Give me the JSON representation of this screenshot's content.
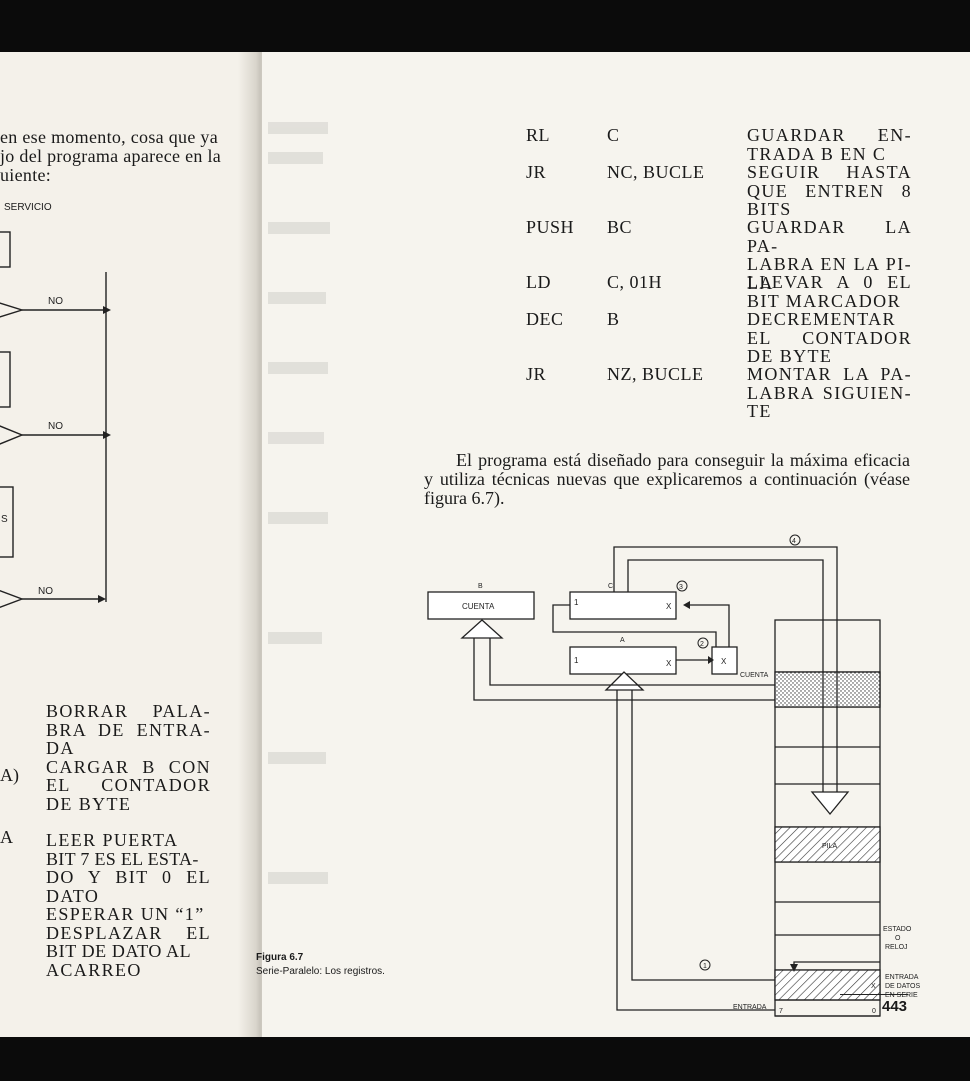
{
  "left_page": {
    "text_top": [
      "en ese momento, cosa que ya",
      "jo del programa aparece en la",
      "uiente:"
    ],
    "flow_label": "SERVICIO",
    "no_labels": [
      "NO",
      "NO",
      "NO"
    ],
    "side_letter": "S",
    "code_comments": [
      {
        "marker": "",
        "lines": [
          "BORRAR PALA-",
          "BRA DE ENTRA-",
          "DA"
        ]
      },
      {
        "marker": "A)",
        "lines": [
          "CARGAR B CON",
          "EL CONTADOR",
          "DE BYTE"
        ]
      },
      {
        "marker": "A",
        "lines": [
          "LEER PUERTA",
          "BIT 7 ES EL ESTA-",
          "DO Y BIT 0 EL",
          "DATO"
        ]
      },
      {
        "marker": "",
        "lines": [
          "ESPERAR UN “1”"
        ]
      },
      {
        "marker": "",
        "lines": [
          "DESPLAZAR EL",
          "BIT DE DATO AL",
          "ACARREO"
        ]
      }
    ]
  },
  "code": [
    {
      "op": "RL",
      "arg": "C",
      "comment": [
        "GUARDAR EN-",
        "TRADA B EN C"
      ]
    },
    {
      "op": "JR",
      "arg": "NC, BUCLE",
      "comment": [
        "SEGUIR HASTA",
        "QUE ENTREN 8",
        "BITS"
      ]
    },
    {
      "op": "PUSH",
      "arg": "BC",
      "comment": [
        "GUARDAR LA PA-",
        "LABRA EN LA PI-",
        "LA"
      ]
    },
    {
      "op": "LD",
      "arg": "C, 01H",
      "comment": [
        "LLEVAR A 0 EL",
        "BIT MARCADOR"
      ]
    },
    {
      "op": "DEC",
      "arg": "B",
      "comment": [
        "DECREMENTAR",
        "EL CONTADOR",
        "DE BYTE"
      ]
    },
    {
      "op": "JR",
      "arg": "NZ, BUCLE",
      "comment": [
        "MONTAR LA PA-",
        "LABRA SIGUIEN-",
        "TE"
      ]
    }
  ],
  "paragraph": "El programa está diseñado para conseguir la máxima eficacia y utiliza técnicas nuevas que explicaremos a continuación (véase figura 6.7).",
  "figure": {
    "reg_b_label": "B",
    "reg_b_text": "CUENTA",
    "reg_c_label": "C",
    "reg_c_left": "1",
    "reg_c_right": "X",
    "reg_a_label": "A",
    "reg_a_left": "1",
    "reg_a_right": "X",
    "carry_text": "X",
    "cuenta_label": "CUENTA",
    "pila_label": "PILA",
    "estado_label": [
      "ESTADO",
      "O",
      "RELOJ"
    ],
    "entrada_datos_label": [
      "ENTRADA",
      "DE DATOS",
      "EN SERIE"
    ],
    "entrada_label": "ENTRADA",
    "port_bit_7": "7",
    "port_bit_0": "0",
    "port_x": "X",
    "markers": [
      "1",
      "2",
      "3",
      "4"
    ]
  },
  "caption": {
    "number": "Figura 6.7",
    "text": "Serie-Paralelo: Los registros."
  },
  "page_number": "443"
}
